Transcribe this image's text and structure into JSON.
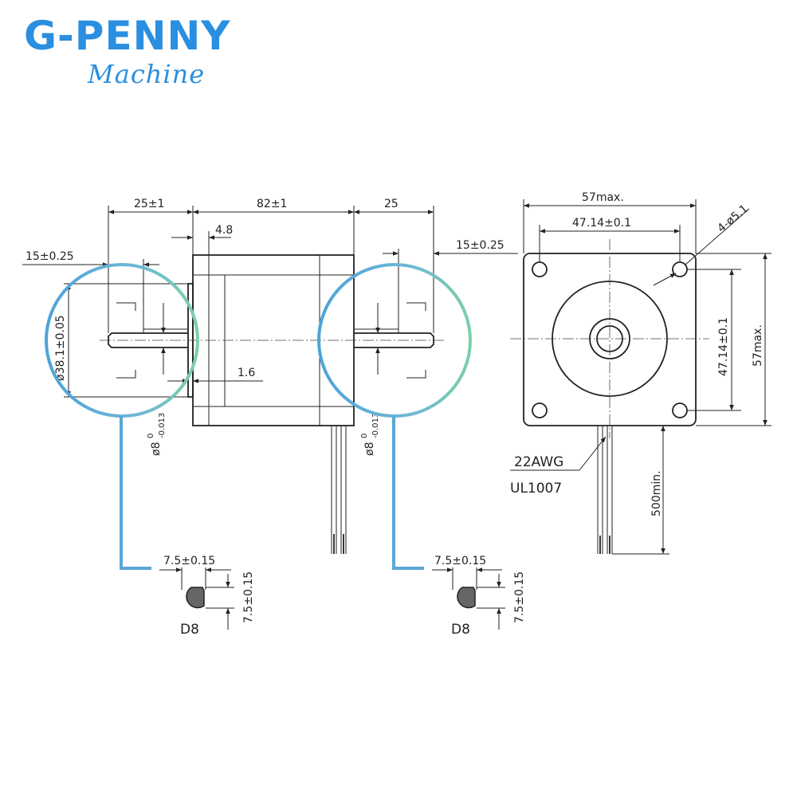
{
  "brand": {
    "name": "G-PENNY",
    "tagline": "Machine"
  },
  "dimensions": {
    "shaft_front_length": "25±1",
    "body_length": "82±1",
    "shaft_rear_length": "25",
    "flange_thickness": "4.8",
    "flat_length_front": "15±0.25",
    "flat_length_rear": "15±0.25",
    "boss_height": "1.6",
    "boss_diameter": "ø38.1±0.05",
    "shaft_diameter_front": "ø8",
    "shaft_diameter_rear": "ø8",
    "shaft_tolerance_upper": "0",
    "shaft_tolerance_lower": "-0.013",
    "flange_width_h": "57max.",
    "flange_width_v": "57max.",
    "hole_spacing_h": "47.14±0.1",
    "hole_spacing_v": "47.14±0.1",
    "mounting_holes": "4-ø5.1",
    "wire_gauge": "22AWG",
    "wire_standard": "UL1007",
    "lead_length": "500min."
  },
  "shaft_sections": [
    {
      "width": "7.5±0.15",
      "height": "7.5±0.15",
      "label": "D8"
    },
    {
      "width": "7.5±0.15",
      "height": "7.5±0.15",
      "label": "D8"
    }
  ]
}
